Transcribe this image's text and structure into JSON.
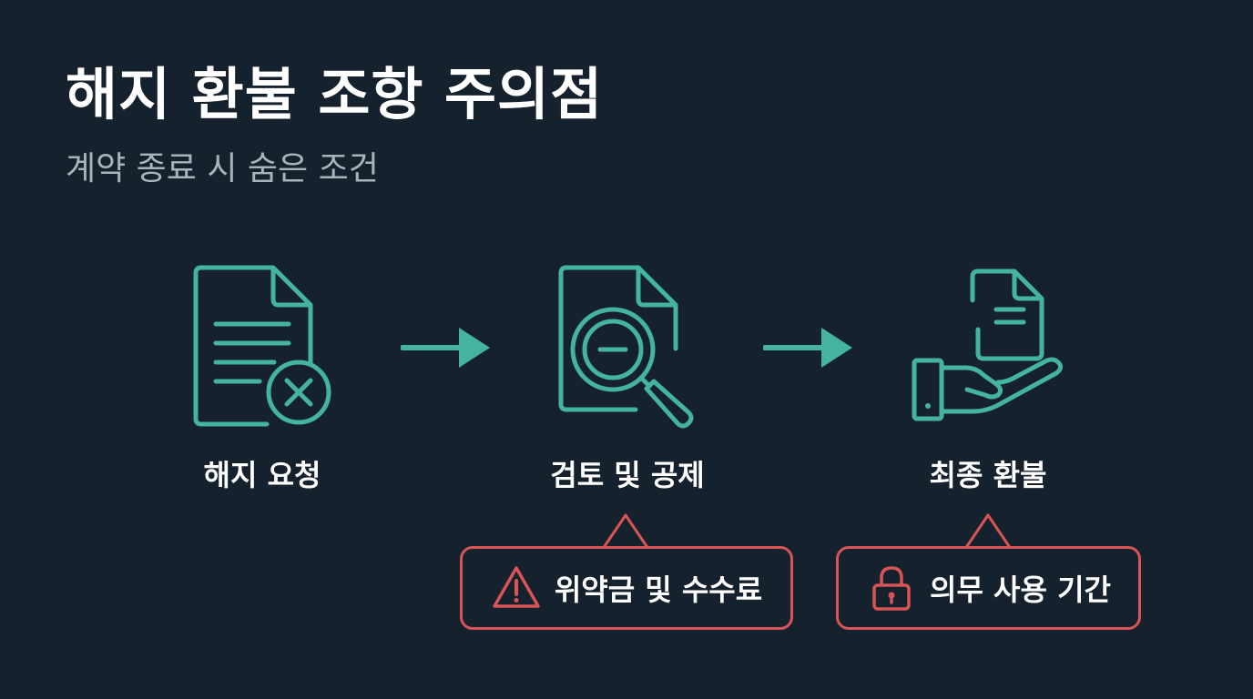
{
  "title": "해지 환불 조항 주의점",
  "subtitle": "계약 종료 시 숨은 조건",
  "colors": {
    "background": "#16212e",
    "accent": "#44b39f",
    "warning": "#d95454",
    "subtitle": "#aab2bc"
  },
  "steps": [
    {
      "label": "해지 요청",
      "icon": "document-cancel-icon"
    },
    {
      "label": "검토 및 공제",
      "icon": "document-search-icon"
    },
    {
      "label": "최종 환불",
      "icon": "hand-receiving-document-icon"
    }
  ],
  "callouts": [
    {
      "text": "위약금 및 수수료",
      "icon": "warning-triangle-icon"
    },
    {
      "text": "의무 사용 기간",
      "icon": "padlock-icon"
    }
  ]
}
